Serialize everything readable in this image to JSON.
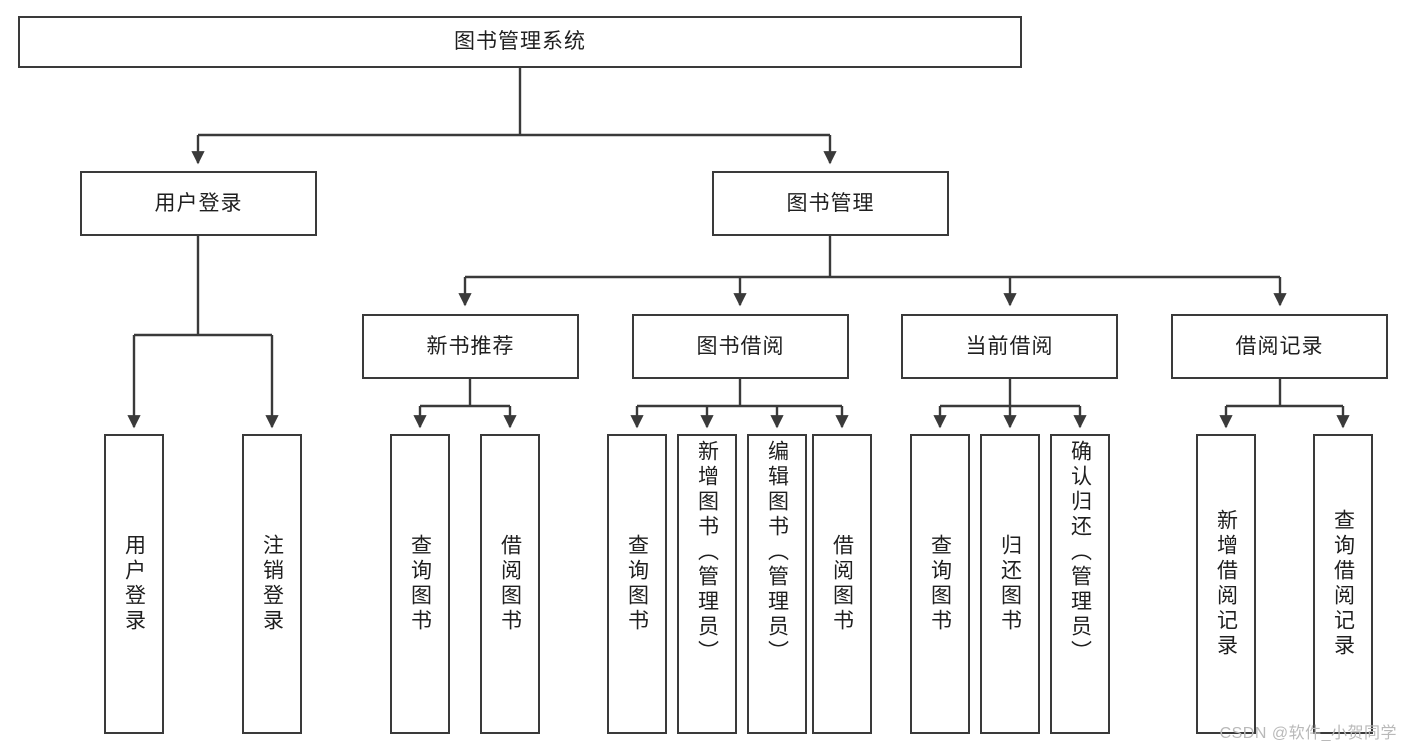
{
  "diagram": {
    "type": "tree-hierarchy-chart",
    "title": "图书管理系统",
    "theme": {
      "background": "#ffffff",
      "box_border": "#3a3a3a",
      "box_fill": "#ffffff",
      "text": "#1f1f1f",
      "connector": "#3a3a3a",
      "watermark": "#b9b9b9"
    },
    "root": {
      "id": "root",
      "label": "图书管理系统"
    },
    "level1": [
      {
        "id": "user-login",
        "label": "用户登录"
      },
      {
        "id": "book-manage",
        "label": "图书管理"
      }
    ],
    "level2": [
      {
        "id": "new-book-rec",
        "label": "新书推荐",
        "parent": "book-manage"
      },
      {
        "id": "book-borrow",
        "label": "图书借阅",
        "parent": "book-manage"
      },
      {
        "id": "current-borrow",
        "label": "当前借阅",
        "parent": "book-manage"
      },
      {
        "id": "borrow-record",
        "label": "借阅记录",
        "parent": "book-manage"
      }
    ],
    "leaves": [
      {
        "id": "leaf-user-login",
        "label": "用户登录",
        "parent": "user-login"
      },
      {
        "id": "leaf-logout",
        "label": "注销登录",
        "parent": "user-login"
      },
      {
        "id": "leaf-query-book-rec",
        "label": "查询图书",
        "parent": "new-book-rec"
      },
      {
        "id": "leaf-borrow-book-rec",
        "label": "借阅图书",
        "parent": "new-book-rec"
      },
      {
        "id": "leaf-query-book-bw",
        "label": "查询图书",
        "parent": "book-borrow"
      },
      {
        "id": "leaf-add-book",
        "label": "新增图书（管理员）",
        "parent": "book-borrow"
      },
      {
        "id": "leaf-edit-book",
        "label": "编辑图书（管理员）",
        "parent": "book-borrow"
      },
      {
        "id": "leaf-borrow-book-bw",
        "label": "借阅图书",
        "parent": "book-borrow"
      },
      {
        "id": "leaf-query-book-cur",
        "label": "查询图书",
        "parent": "current-borrow"
      },
      {
        "id": "leaf-return-book",
        "label": "归还图书",
        "parent": "current-borrow"
      },
      {
        "id": "leaf-confirm-return",
        "label": "确认归还（管理员）",
        "parent": "current-borrow"
      },
      {
        "id": "leaf-add-record",
        "label": "新增借阅记录",
        "parent": "borrow-record"
      },
      {
        "id": "leaf-query-record",
        "label": "查询借阅记录",
        "parent": "borrow-record"
      }
    ],
    "watermark": "CSDN @软件_小贺同学"
  }
}
